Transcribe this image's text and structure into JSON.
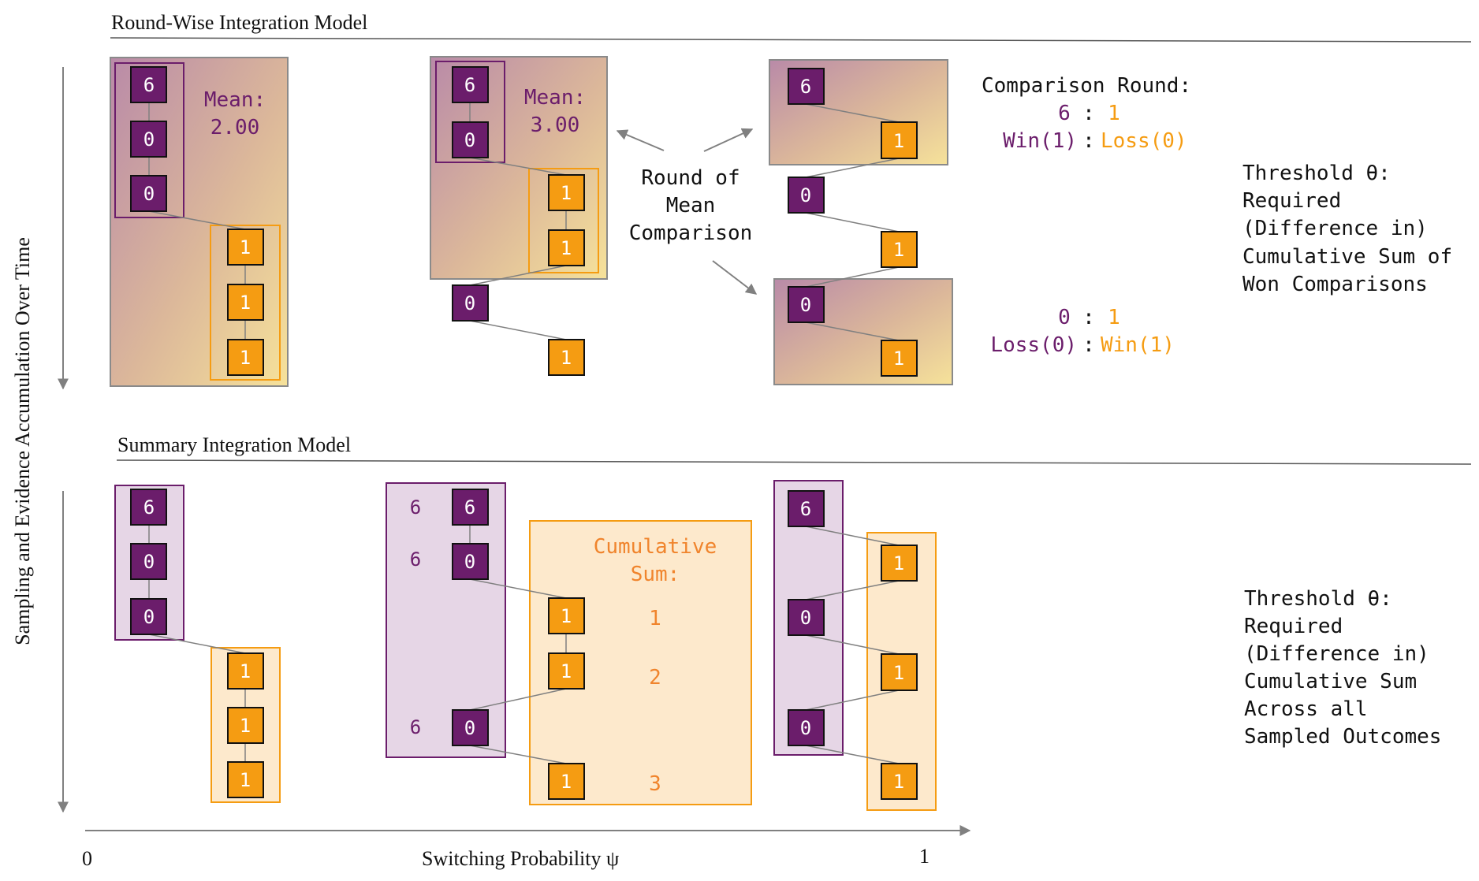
{
  "colors": {
    "purple": "#6b1d6b",
    "orange": "#f59c12",
    "purple_text": "#6b1d6b",
    "orange_text": "#f59c12",
    "light_purple": "#e6d6e6",
    "light_orange": "#fde9cc",
    "line": "#808080",
    "text": "#111111"
  },
  "axes": {
    "y_label": "Sampling and Evidence Accumulation Over Time",
    "x_label": "Switching Probability ψ",
    "x_min": "0",
    "x_max": "1"
  },
  "round_wise": {
    "title": "Round-Wise Integration Model",
    "panel1": {
      "mean_label": "Mean:",
      "mean_value": "2.00",
      "purple_nodes": [
        "6",
        "0",
        "0"
      ],
      "orange_nodes": [
        "1",
        "1",
        "1"
      ]
    },
    "panel2": {
      "mean_label": "Mean:",
      "mean_value": "3.00",
      "nodes": [
        "6",
        "0",
        "1",
        "1",
        "0",
        "1"
      ]
    },
    "callout": [
      "Round of",
      "Mean",
      "Comparison"
    ],
    "panel3": {
      "nodes": [
        "6",
        "1",
        "0",
        "1",
        "0",
        "1"
      ]
    },
    "comparison": {
      "title": "Comparison Round:",
      "r1_left": "6",
      "r1_sep": ":",
      "r1_right": "1",
      "r1_left_label": "Win(1)",
      "r1_right_label": "Loss(0)",
      "r2_left": "0",
      "r2_sep": ":",
      "r2_right": "1",
      "r2_left_label": "Loss(0)",
      "r2_right_label": "Win(1)"
    },
    "threshold": [
      "Threshold θ:",
      "Required",
      "(Difference in)",
      "Cumulative Sum of",
      "Won Comparisons"
    ]
  },
  "summary": {
    "title": "Summary Integration Model",
    "panel1": {
      "purple_nodes": [
        "6",
        "0",
        "0"
      ],
      "orange_nodes": [
        "1",
        "1",
        "1"
      ]
    },
    "panel2": {
      "side_values": [
        "6",
        "6",
        "6"
      ],
      "nodes": [
        "6",
        "0",
        "1",
        "1",
        "0",
        "1"
      ],
      "cumsum_title_1": "Cumulative",
      "cumsum_title_2": "Sum:",
      "cumsum_values": [
        "1",
        "2",
        "3"
      ]
    },
    "panel3": {
      "nodes": [
        "6",
        "1",
        "0",
        "1",
        "0",
        "1"
      ]
    },
    "threshold": [
      "Threshold θ:",
      "Required",
      "(Difference in)",
      "Cumulative Sum",
      "Across all",
      "Sampled Outcomes"
    ]
  }
}
